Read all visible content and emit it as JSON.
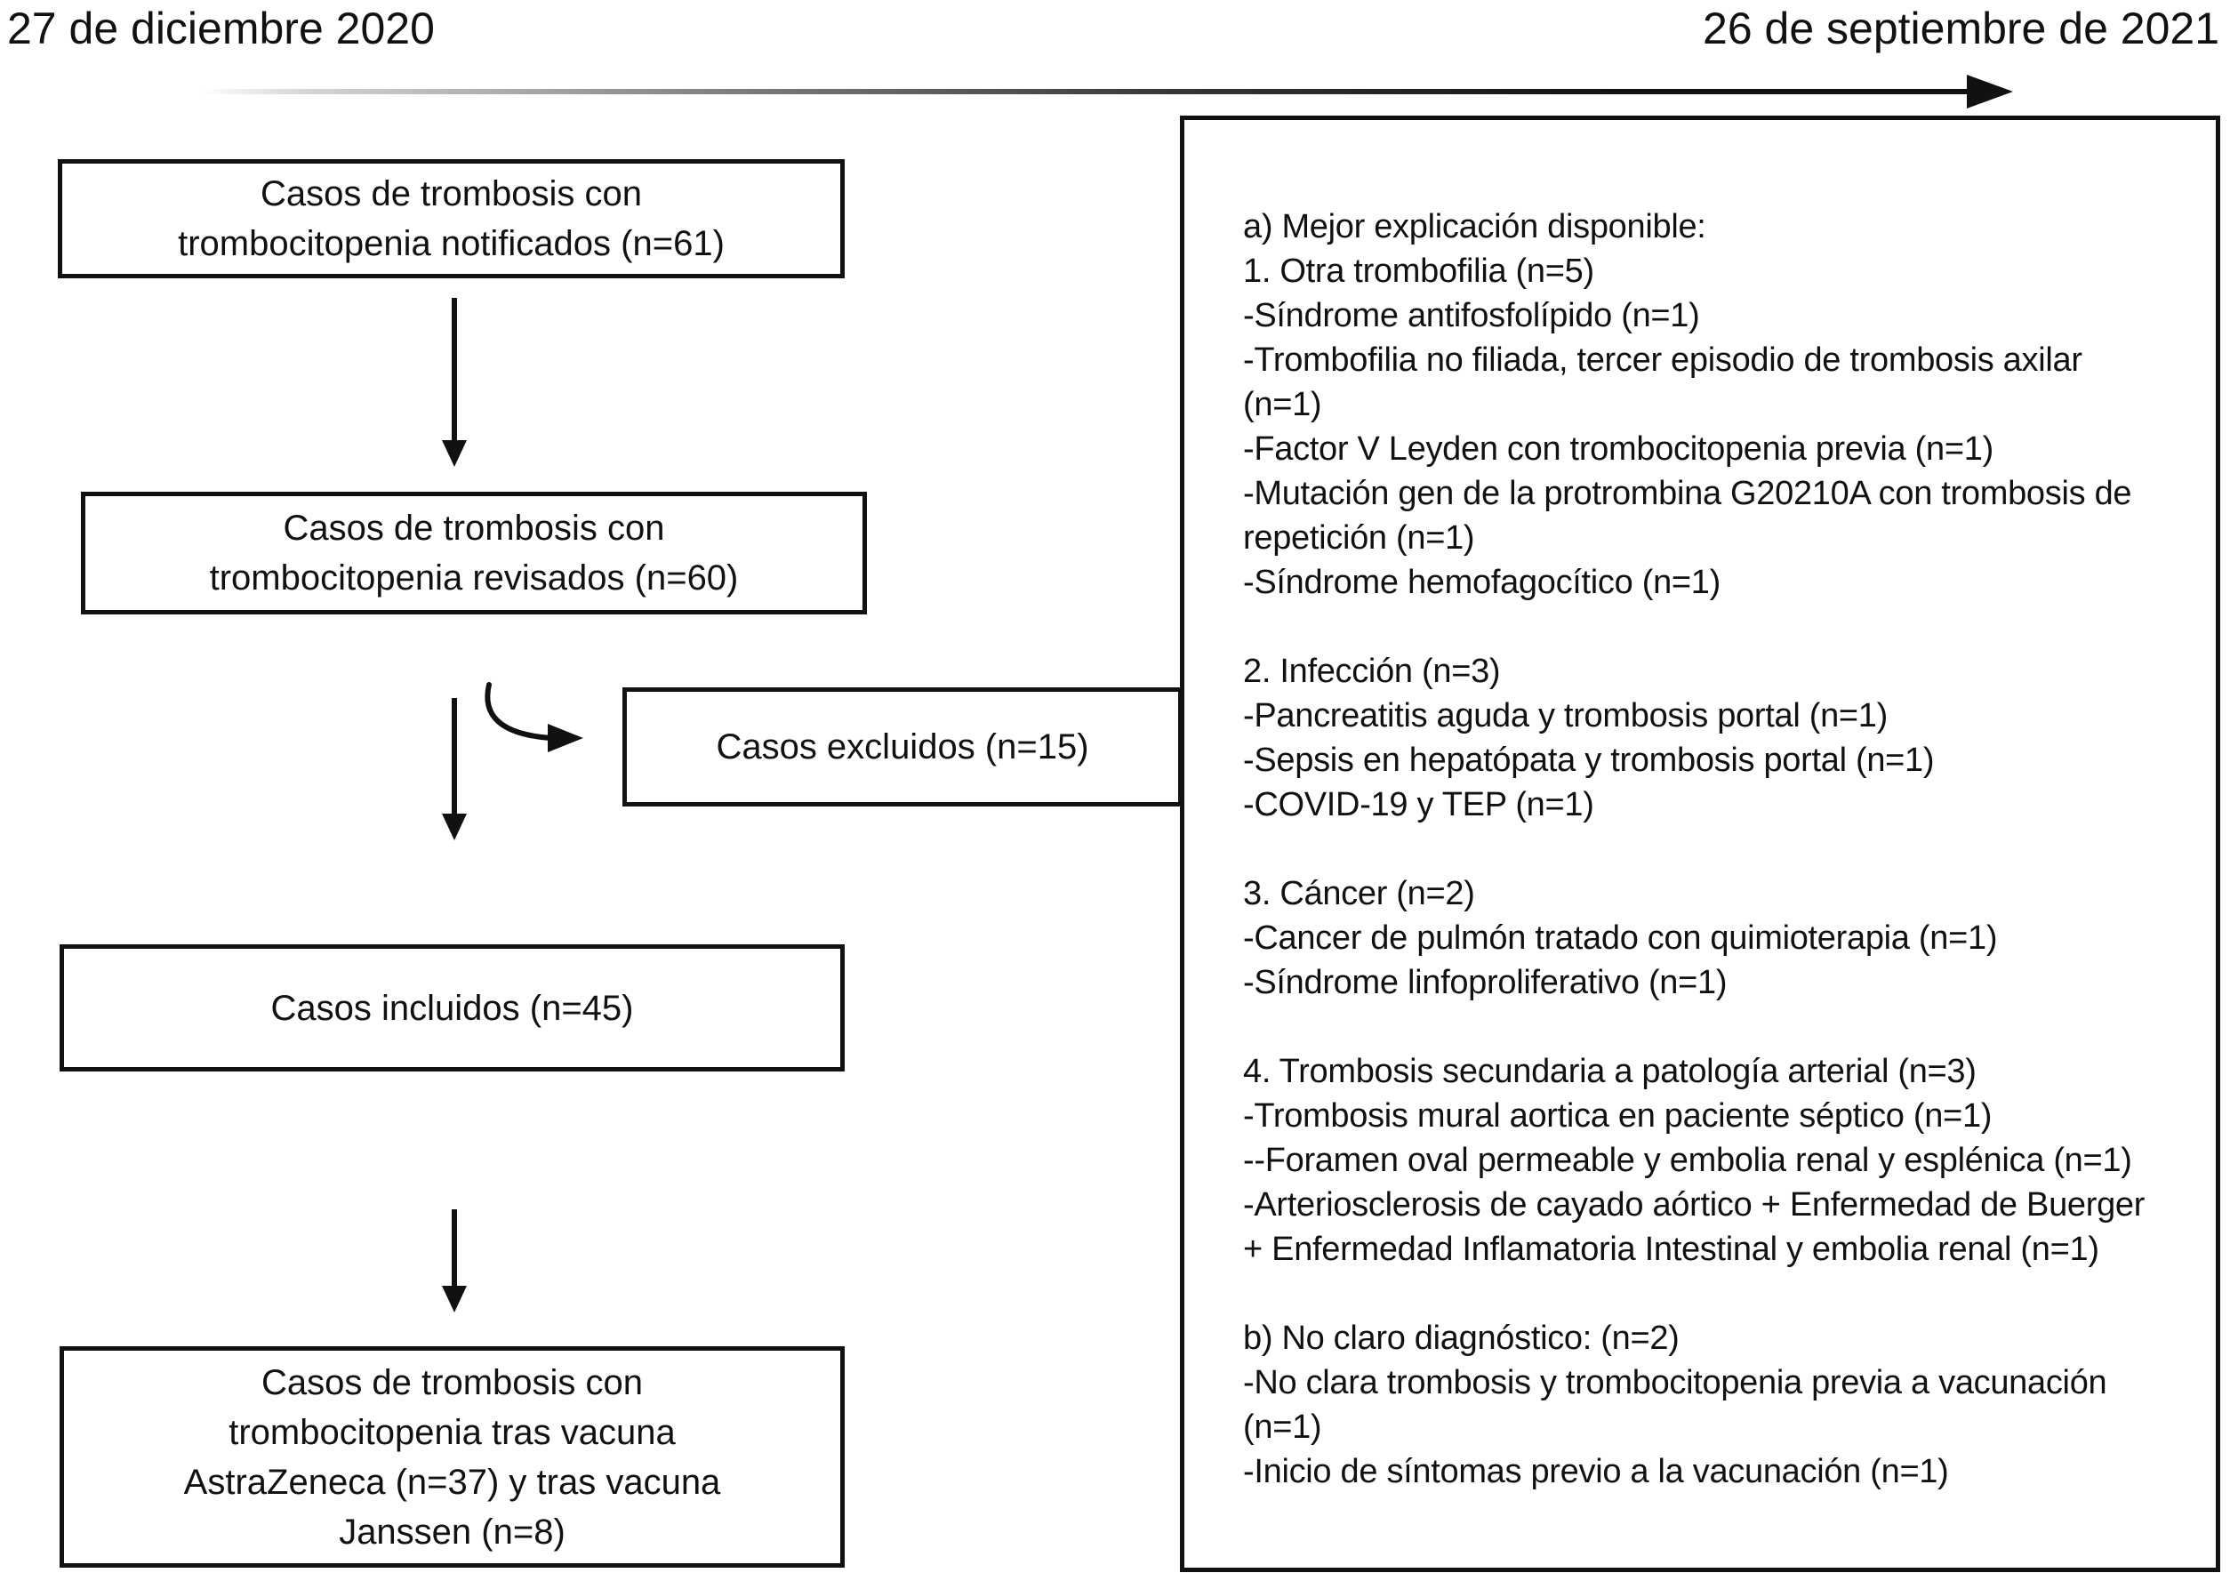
{
  "colors": {
    "ink": "#111111",
    "paper": "#ffffff"
  },
  "timeline": {
    "start_date": "27 de diciembre 2020",
    "end_date": "26 de septiembre de 2021"
  },
  "flow": {
    "notified": {
      "lines": [
        "Casos de trombosis con",
        "trombocitopenia notificados (n=61)"
      ]
    },
    "reviewed": {
      "lines": [
        "Casos de trombosis con",
        "trombocitopenia revisados (n=60)"
      ]
    },
    "excluded": {
      "lines": [
        "Casos excluidos (n=15)"
      ]
    },
    "included": {
      "lines": [
        "Casos incluidos (n=45)"
      ]
    },
    "final": {
      "lines": [
        "Casos de trombosis con",
        "trombocitopenia tras vacuna",
        "AstraZeneca (n=37) y tras vacuna",
        "Janssen (n=8)"
      ]
    }
  },
  "exclusion_details": {
    "lines": [
      "a) Mejor explicación disponible:",
      "1. Otra trombofilia (n=5)",
      "-Síndrome antifosfolípido (n=1)",
      "-Trombofilia no filiada, tercer episodio de trombosis axilar",
      "(n=1)",
      "-Factor V Leyden con trombocitopenia previa (n=1)",
      "-Mutación gen de la protrombina G20210A con trombosis de",
      "repetición (n=1)",
      "-Síndrome hemofagocítico (n=1)",
      "",
      "2. Infección (n=3)",
      "-Pancreatitis aguda y trombosis portal (n=1)",
      "-Sepsis en hepatópata y trombosis portal (n=1)",
      "-COVID-19 y TEP (n=1)",
      "",
      "3. Cáncer (n=2)",
      "-Cancer de pulmón tratado con quimioterapia (n=1)",
      "-Síndrome linfoproliferativo (n=1)",
      "",
      "4. Trombosis secundaria a patología arterial (n=3)",
      "-Trombosis mural aortica en paciente séptico (n=1)",
      "--Foramen oval permeable y embolia renal y esplénica (n=1)",
      "-Arteriosclerosis de cayado aórtico + Enfermedad de Buerger",
      "+ Enfermedad Inflamatoria Intestinal y embolia renal (n=1)",
      "",
      "b) No claro diagnóstico: (n=2)",
      "-No clara trombosis y trombocitopenia previa a vacunación",
      "(n=1)",
      "-Inicio de síntomas previo a la vacunación (n=1)"
    ]
  }
}
